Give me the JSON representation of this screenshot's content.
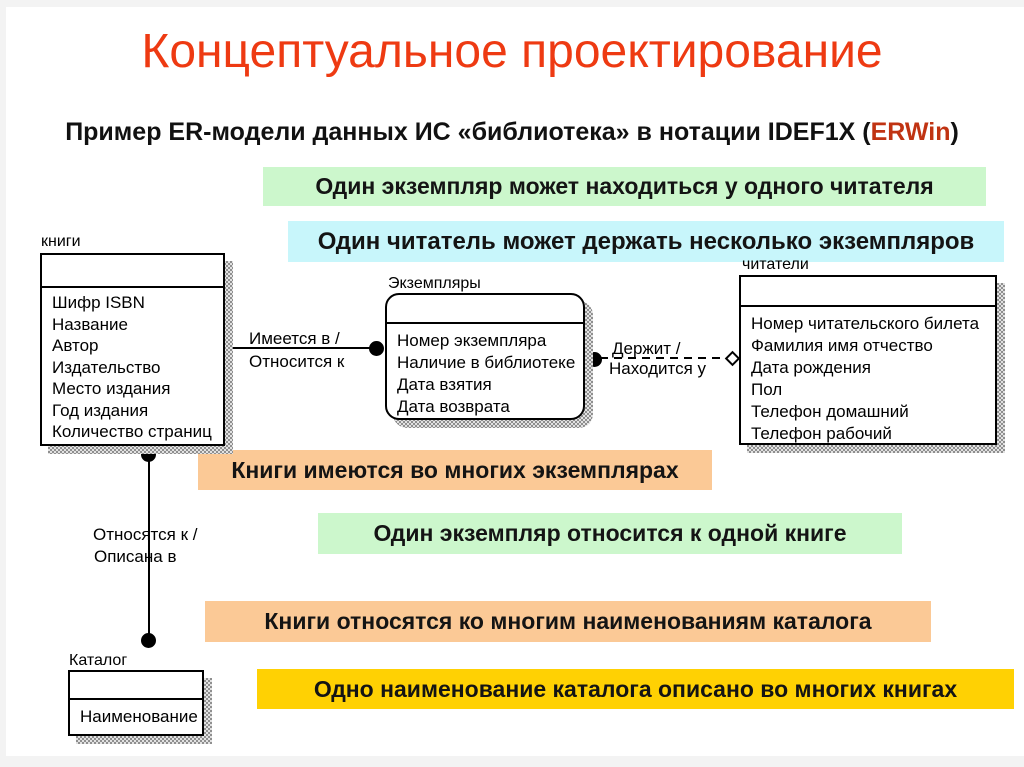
{
  "slide": {
    "title": "Концептуальное проектирование",
    "subtitle": {
      "prefix": "Пример ER-модели данных ИС «библиотека» в нотации IDEF1X (",
      "erwin": "ERWin",
      "suffix": ")"
    },
    "colors": {
      "title_red": "#ee3a12",
      "erwin_red": "#c03312",
      "note_green": "#ccf7cc",
      "note_cyan": "#c8f6fb",
      "note_orange": "#fbc996",
      "note_gold": "#ffd103"
    }
  },
  "annotations": [
    {
      "text": "Один экземпляр может находиться у одного читателя",
      "color": "green"
    },
    {
      "text": "Один читатель может держать несколько экземпляров",
      "color": "cyan"
    },
    {
      "text": "Книги имеются во многих экземплярах",
      "color": "orange"
    },
    {
      "text": "Один экземпляр относится к одной книге",
      "color": "green"
    },
    {
      "text": "Книги относятся ко многим наименованиям каталога",
      "color": "orange"
    },
    {
      "text": "Одно наименование каталога описано во многих книгах",
      "color": "gold"
    }
  ],
  "entities": {
    "books": {
      "label": "книги",
      "attributes": [
        "Шифр ISBN",
        "Название",
        "Автор",
        "Издательство",
        "Место издания",
        "Год издания",
        "Количество страниц"
      ]
    },
    "copies": {
      "label": "Экземпляры",
      "attributes": [
        "Номер экземпляра",
        "Наличие в библиотеке",
        "Дата взятия",
        "Дата возврата"
      ]
    },
    "readers": {
      "label": "читатели",
      "attributes": [
        "Номер читательского билета",
        "Фамилия имя отчество",
        "Дата рождения",
        "Пол",
        "Телефон домашний",
        "Телефон рабочий"
      ]
    },
    "catalog": {
      "label": "Каталог",
      "attributes": [
        "Наименование"
      ]
    }
  },
  "relationships": {
    "books_copies": {
      "label_top": "Имеется в /",
      "label_bottom": "Относится к"
    },
    "copies_readers": {
      "label_top": "Держит /",
      "label_bottom": "Находится у"
    },
    "books_catalog": {
      "label_top": "Относятся к /",
      "label_bottom": "Описана в"
    }
  }
}
